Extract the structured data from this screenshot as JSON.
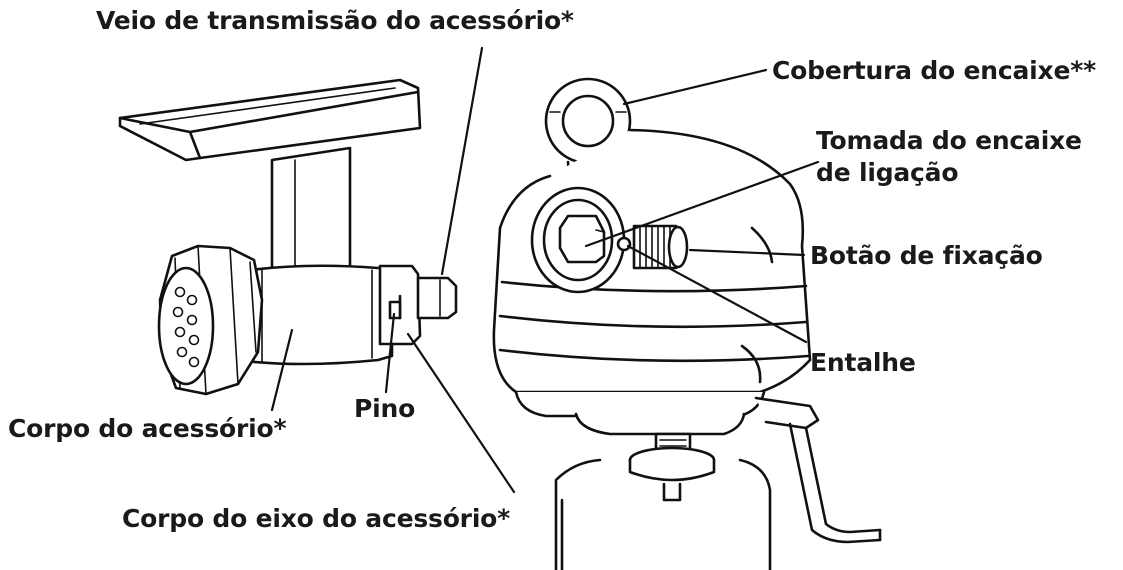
{
  "labels": {
    "shaft": "Veio de transmissão do acessório*",
    "cover": "Cobertura do encaixe**",
    "socket_line1": "Tomada do encaixe",
    "socket_line2": "de ligação",
    "knob": "Botão de fixação",
    "notch": "Entalhe",
    "pin": "Pino",
    "body": "Corpo do acessório*",
    "housing": "Corpo do eixo do acessório*"
  },
  "colors": {
    "ink": "#111111",
    "background": "#ffffff"
  }
}
